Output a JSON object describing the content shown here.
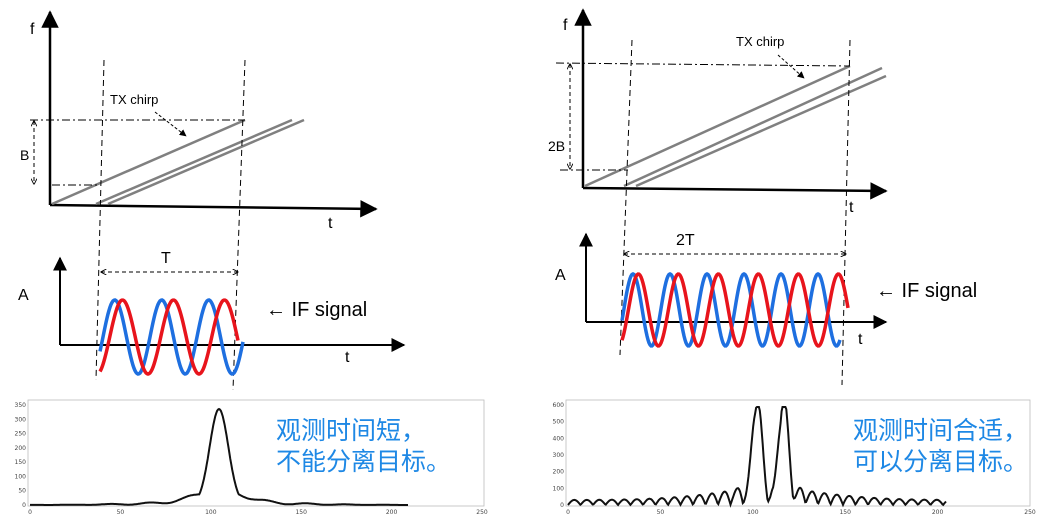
{
  "left": {
    "freq_axis_label": "f",
    "time_axis_label": "t",
    "bandwidth_label": "B",
    "tx_label": "TX chirp",
    "duration_label": "T",
    "amp_axis_label": "A",
    "if_label": "← IF signal",
    "spectrum_ticks": [
      "0",
      "50",
      "100",
      "150",
      "200",
      "250",
      "300",
      "350"
    ],
    "spectrum_xticks": [
      "0",
      "50",
      "100",
      "150",
      "200",
      "250"
    ],
    "caption_line1": "观测时间短，",
    "caption_line2": "不能分离目标。"
  },
  "right": {
    "freq_axis_label": "f",
    "time_axis_label": "t",
    "bandwidth_label": "2B",
    "tx_label": "TX chirp",
    "duration_label": "2T",
    "amp_axis_label": "A",
    "if_label": "← IF signal",
    "spectrum_ticks": [
      "0",
      "100",
      "200",
      "300",
      "400",
      "500",
      "600"
    ],
    "spectrum_xticks": [
      "0",
      "50",
      "100",
      "150",
      "200",
      "250"
    ],
    "caption_line1": "观测时间合适，",
    "caption_line2": "可以分离目标。"
  },
  "colors": {
    "chirp": "#808080",
    "if_red": "#e8141c",
    "if_blue": "#1e6fe0",
    "caption": "#1e88e5"
  }
}
